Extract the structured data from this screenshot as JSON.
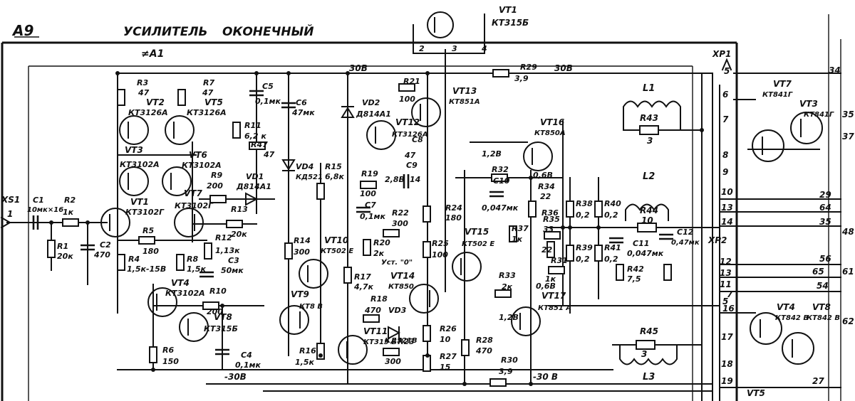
{
  "header": {
    "block_id": "A9",
    "title_left": "УСИЛИТЕЛЬ",
    "title_right": "ОКОНЕЧНЫЙ",
    "board": "≠A1"
  },
  "connectors": {
    "input": "XS1",
    "input_pin": "1",
    "output_header": "XP1",
    "output_header_2": "XP2",
    "pins": [
      "5",
      "6",
      "7",
      "8",
      "9",
      "10",
      "13",
      "14",
      "12",
      "13",
      "11",
      "7",
      "5",
      "16",
      "17",
      "18",
      "19"
    ],
    "edge_numbers": [
      "34",
      "35",
      "37",
      "29",
      "64",
      "35",
      "48",
      "56",
      "65",
      "61",
      "54",
      "62",
      "27"
    ]
  },
  "transistors": [
    {
      "ref": "VT1",
      "type": "КТ315Б"
    },
    {
      "ref": "VT2",
      "type": "КТ3126А"
    },
    {
      "ref": "VT5",
      "type": "КТ3126А"
    },
    {
      "ref": "VT3",
      "type": "КТ3102А"
    },
    {
      "ref": "VT6",
      "type": "КТ3102А"
    },
    {
      "ref": "VT1",
      "type": "КТ3102Г"
    },
    {
      "ref": "VT7",
      "type": "КТ3102Г"
    },
    {
      "ref": "VT4",
      "type": "КТ3102А"
    },
    {
      "ref": "VT8",
      "type": "КТ315Б"
    },
    {
      "ref": "VT9",
      "type": "КТ8 В"
    },
    {
      "ref": "VT10",
      "type": "КТ502 Е"
    },
    {
      "ref": "VT11",
      "type": "КТ315 Б"
    },
    {
      "ref": "VT12",
      "type": "КТ3126А"
    },
    {
      "ref": "VT13",
      "type": "КТ851А"
    },
    {
      "ref": "VT14",
      "type": "КТ850"
    },
    {
      "ref": "VT15",
      "type": "КТ502 Е"
    },
    {
      "ref": "VT16",
      "type": "КТ850А"
    },
    {
      "ref": "VT17",
      "type": "КТ851 А"
    },
    {
      "ref": "VT3",
      "type": "КТ841Г"
    },
    {
      "ref": "VT7",
      "type": "КТ841Г"
    },
    {
      "ref": "VT4",
      "type": "КТ842 В"
    },
    {
      "ref": "VT8",
      "type": "КТ842 В"
    },
    {
      "ref": "VT5",
      "type": ""
    }
  ],
  "resistors": [
    {
      "ref": "R1",
      "value": "20к"
    },
    {
      "ref": "R2",
      "value": "1к"
    },
    {
      "ref": "R3",
      "value": "47"
    },
    {
      "ref": "R4",
      "value": "1,5к-15В"
    },
    {
      "ref": "R5",
      "value": "180"
    },
    {
      "ref": "R6",
      "value": "150"
    },
    {
      "ref": "R7",
      "value": "47"
    },
    {
      "ref": "R8",
      "value": "1,5к"
    },
    {
      "ref": "R9",
      "value": "200"
    },
    {
      "ref": "R10",
      "value": "200"
    },
    {
      "ref": "R11",
      "value": "6,2 к"
    },
    {
      "ref": "R12",
      "value": "1,13к"
    },
    {
      "ref": "R13",
      "value": "20к"
    },
    {
      "ref": "R14",
      "value": "300"
    },
    {
      "ref": "R15",
      "value": "6,8к"
    },
    {
      "ref": "R16",
      "value": "1,5к"
    },
    {
      "ref": "R17",
      "value": "4,7к"
    },
    {
      "ref": "R18",
      "value": "470"
    },
    {
      "ref": "R19",
      "value": "100"
    },
    {
      "ref": "R20",
      "value": "2к"
    },
    {
      "ref": "R21",
      "value": "100"
    },
    {
      "ref": "R22",
      "value": "300"
    },
    {
      "ref": "R23",
      "value": "300"
    },
    {
      "ref": "R24",
      "value": "180"
    },
    {
      "ref": "R25",
      "value": "100"
    },
    {
      "ref": "R26",
      "value": "10"
    },
    {
      "ref": "R27",
      "value": "15"
    },
    {
      "ref": "R28",
      "value": "470"
    },
    {
      "ref": "R29",
      "value": "3,9"
    },
    {
      "ref": "R30",
      "value": "3,9"
    },
    {
      "ref": "R31",
      "value": "1к"
    },
    {
      "ref": "R32",
      "value": ""
    },
    {
      "ref": "R33",
      "value": "2к"
    },
    {
      "ref": "R34",
      "value": "22"
    },
    {
      "ref": "R35",
      "value": "33"
    },
    {
      "ref": "R36",
      "value": "22"
    },
    {
      "ref": "R37",
      "value": "1к"
    },
    {
      "ref": "R38",
      "value": "0,2"
    },
    {
      "ref": "R39",
      "value": "0,2"
    },
    {
      "ref": "R40",
      "value": "0,2"
    },
    {
      "ref": "R41",
      "value": "0,2"
    },
    {
      "ref": "R42",
      "value": "7,5"
    },
    {
      "ref": "R43",
      "value": "3"
    },
    {
      "ref": "R44",
      "value": "10"
    },
    {
      "ref": "R45",
      "value": "3"
    },
    {
      "ref": "R47",
      "value": "47"
    }
  ],
  "capacitors": [
    {
      "ref": "C1",
      "value": "10мк×16"
    },
    {
      "ref": "C2",
      "value": "470"
    },
    {
      "ref": "C3",
      "value": "50мк"
    },
    {
      "ref": "C4",
      "value": "0,1мк"
    },
    {
      "ref": "C5",
      "value": "0,1мк"
    },
    {
      "ref": "C6",
      "value": "47мк"
    },
    {
      "ref": "C7",
      "value": "0,1мк"
    },
    {
      "ref": "C8",
      "value": "47"
    },
    {
      "ref": "C9",
      "value": "14"
    },
    {
      "ref": "C10",
      "value": "0,047мк"
    },
    {
      "ref": "C11",
      "value": "0,047мк"
    },
    {
      "ref": "C12",
      "value": "0,47мк"
    }
  ],
  "diodes": [
    {
      "ref": "VD1",
      "type": "Д814А1"
    },
    {
      "ref": "VD2",
      "type": "Д814А1"
    },
    {
      "ref": "VD3",
      "type": "КД521В"
    },
    {
      "ref": "VD4",
      "type": "КД521"
    }
  ],
  "inductors": [
    "L1",
    "L2",
    "L3"
  ],
  "voltages": [
    "30В",
    "30В",
    "-30В",
    "-30 В",
    "1,2В",
    "0,6В",
    "0,6В",
    "1,2В",
    "2,8В"
  ],
  "notes": [
    "Уст. \"0\"",
    "2",
    "3",
    "4"
  ]
}
